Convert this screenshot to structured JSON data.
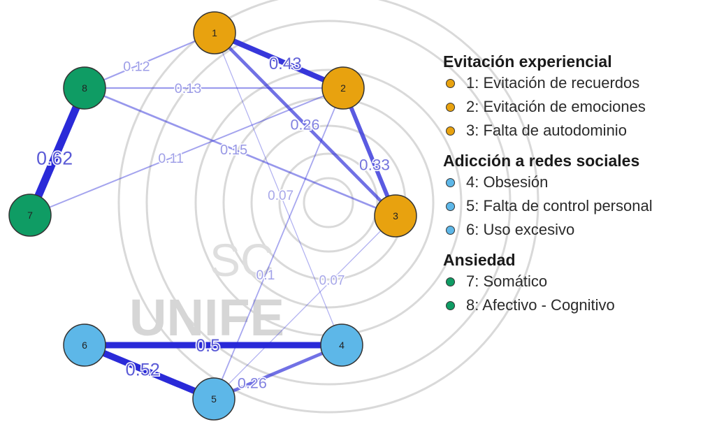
{
  "colors": {
    "orange": "#E8A20F",
    "blue": "#5DB7E8",
    "green": "#0F9C64",
    "edge": "#2A2AD8",
    "edge_label": "#5A5AD6"
  },
  "watermark": {
    "text_main": "UNIFE",
    "text_small": "SC"
  },
  "nodes": [
    {
      "id": "1",
      "label": "1",
      "group": "orange"
    },
    {
      "id": "2",
      "label": "2",
      "group": "orange"
    },
    {
      "id": "3",
      "label": "3",
      "group": "orange"
    },
    {
      "id": "4",
      "label": "4",
      "group": "blue"
    },
    {
      "id": "5",
      "label": "5",
      "group": "blue"
    },
    {
      "id": "6",
      "label": "6",
      "group": "blue"
    },
    {
      "id": "7",
      "label": "7",
      "group": "green"
    },
    {
      "id": "8",
      "label": "8",
      "group": "green"
    }
  ],
  "edges": [
    {
      "from": "1",
      "to": "2",
      "weight": 0.43,
      "label": "0.43"
    },
    {
      "from": "1",
      "to": "3",
      "weight": 0.26,
      "label": "0.26"
    },
    {
      "from": "2",
      "to": "3",
      "weight": 0.33,
      "label": "0.33"
    },
    {
      "from": "7",
      "to": "8",
      "weight": 0.62,
      "label": "0.62"
    },
    {
      "from": "6",
      "to": "4",
      "weight": 0.5,
      "label": "0.5"
    },
    {
      "from": "6",
      "to": "5",
      "weight": 0.52,
      "label": "0.52"
    },
    {
      "from": "5",
      "to": "4",
      "weight": 0.26,
      "label": "0.26"
    },
    {
      "from": "8",
      "to": "1",
      "weight": 0.12,
      "label": "0.12"
    },
    {
      "from": "8",
      "to": "2",
      "weight": 0.13,
      "label": "0.13"
    },
    {
      "from": "7",
      "to": "2",
      "weight": 0.11,
      "label": "0.11"
    },
    {
      "from": "8",
      "to": "3",
      "weight": 0.15,
      "label": "0.15"
    },
    {
      "from": "1",
      "to": "4",
      "weight": 0.07,
      "label": "0.07"
    },
    {
      "from": "2",
      "to": "5",
      "weight": 0.1,
      "label": "0.1"
    },
    {
      "from": "3",
      "to": "5",
      "weight": 0.07,
      "label": "0.07"
    }
  ],
  "legend": {
    "groups": [
      {
        "title": "Evitación experiencial",
        "color": "orange",
        "items": [
          "1: Evitación de recuerdos",
          "2: Evitación de emociones",
          "3: Falta de autodominio"
        ]
      },
      {
        "title": "Adicción a redes sociales",
        "color": "blue",
        "items": [
          "4: Obsesión",
          "5: Falta de control personal",
          "6: Uso excesivo"
        ]
      },
      {
        "title": "Ansiedad",
        "color": "green",
        "items": [
          "7: Somático",
          "8: Afectivo - Cognitivo"
        ]
      }
    ]
  }
}
